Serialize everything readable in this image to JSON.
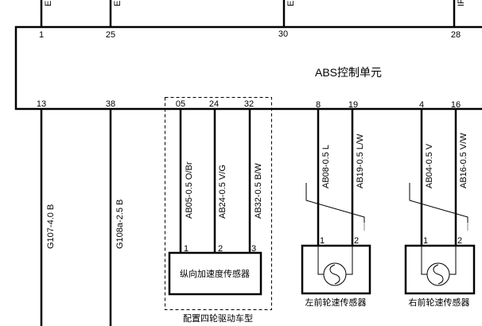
{
  "control_unit": {
    "title": "ABS控制单元",
    "top_pins": [
      "1",
      "25",
      "30",
      "28"
    ],
    "top_wire_labels": [
      "E",
      "E",
      "E",
      "IF"
    ],
    "bottom_pins": [
      "13",
      "38",
      "05",
      "24",
      "32",
      "8",
      "19",
      "4",
      "16"
    ]
  },
  "wires": {
    "g107": "G107-4.0 B",
    "g108a": "G108a-2.5 B",
    "ab05": "AB05-0.5 O/Br",
    "ab24": "AB24-0.5 V/G",
    "ab32": "AB32-0.5 B/W",
    "ab08": "AB08-0.5 L",
    "ab19": "AB19-0.5 L/W",
    "ab04": "AB04-0.5 V",
    "ab16": "AB16-0.5 V/W"
  },
  "accel_sensor": {
    "name": "纵向加速度传感器",
    "pins": [
      "1",
      "2",
      "3"
    ],
    "group_label": "配置四轮驱动车型"
  },
  "left_front_sensor": {
    "name": "左前轮速传感器",
    "pins": [
      "1",
      "2"
    ]
  },
  "right_front_sensor": {
    "name": "右前轮速传感器",
    "pins": [
      "1",
      "2"
    ]
  }
}
